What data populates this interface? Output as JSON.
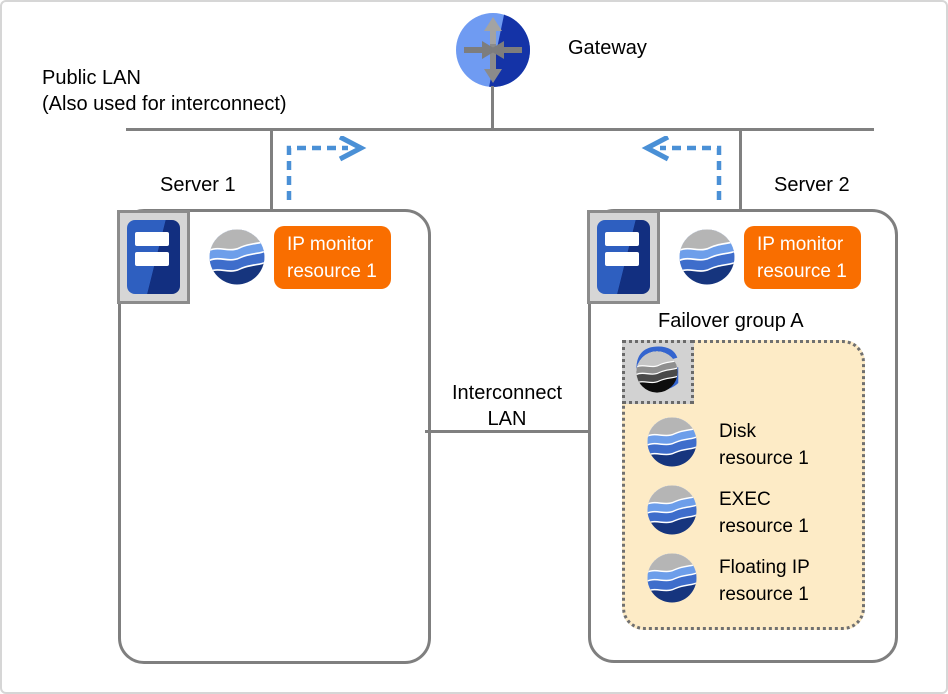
{
  "diagram": {
    "title_labels": {
      "public_lan_line1": "Public LAN",
      "public_lan_line2": "(Also used for interconnect)",
      "gateway": "Gateway",
      "interconnect_line1": "Interconnect",
      "interconnect_line2": "LAN",
      "failover_group": "Failover group A"
    },
    "servers": [
      {
        "name": "Server 1",
        "monitor_line1": "IP monitor",
        "monitor_line2": "resource 1"
      },
      {
        "name": "Server 2",
        "monitor_line1": "IP monitor",
        "monitor_line2": "resource 1"
      }
    ],
    "group_resources": [
      {
        "line1": "Disk",
        "line2": "resource 1"
      },
      {
        "line1": "EXEC",
        "line2": "resource 1"
      },
      {
        "line1": "Floating IP",
        "line2": "resource 1"
      }
    ],
    "icons": {
      "gateway": "router-icon",
      "server": "server-icon",
      "resource": "wave-sphere-icon",
      "failover_group_glyph": "G"
    },
    "colors": {
      "badge_orange": "#F96E00",
      "group_fill": "#FDEBC6",
      "dashed_arrow_blue": "#4A90D6",
      "line_gray": "#808080",
      "sphere_light_blue": "#6D9EEA",
      "sphere_mid_blue": "#3E6DCB",
      "sphere_dark_blue": "#16357E",
      "gateway_light_blue": "#6F9BF2",
      "gateway_dark_blue": "#1433A7",
      "group_g_blue": "#3465CF"
    }
  }
}
